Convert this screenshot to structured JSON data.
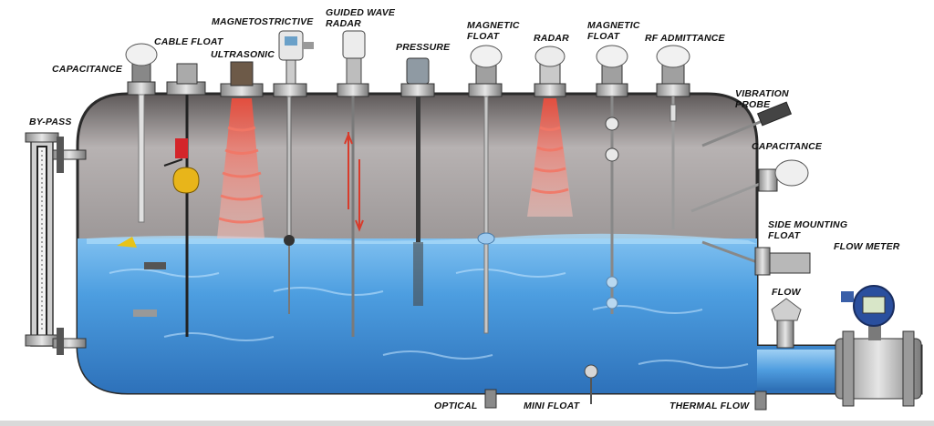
{
  "labels": {
    "capacitance_top": "CAPACITANCE",
    "cable_float": "CABLE FLOAT",
    "magnetostrictive": "MAGNETOSTRICTIVE",
    "ultrasonic": "ULTRASONIC",
    "guided_wave_radar": [
      "GUIDED WAVE",
      "RADAR"
    ],
    "pressure": "PRESSURE",
    "magnetic_float_1": [
      "MAGNETIC",
      "FLOAT"
    ],
    "radar": "RADAR",
    "magnetic_float_2": [
      "MAGNETIC",
      "FLOAT"
    ],
    "rf_admittance": "RF ADMITTANCE",
    "by_pass": "BY-PASS",
    "vibration_probe": [
      "VIBRATION",
      "PROBE"
    ],
    "capacitance_side": "CAPACITANCE",
    "side_mounting_float": [
      "SIDE MOUNTING",
      "FLOAT"
    ],
    "flow_meter": "FLOW METER",
    "flow": "FLOW",
    "optical": "OPTICAL",
    "mini_float": "MINI FLOAT",
    "thermal_flow": "THERMAL FLOW"
  },
  "colors": {
    "tank_steel": "#8c8787",
    "liquid": "#3f8fd6",
    "radar_beam": "#ef6a5a",
    "float_yellow": "#e8b51a",
    "cable_float_red": "#d4252a"
  }
}
